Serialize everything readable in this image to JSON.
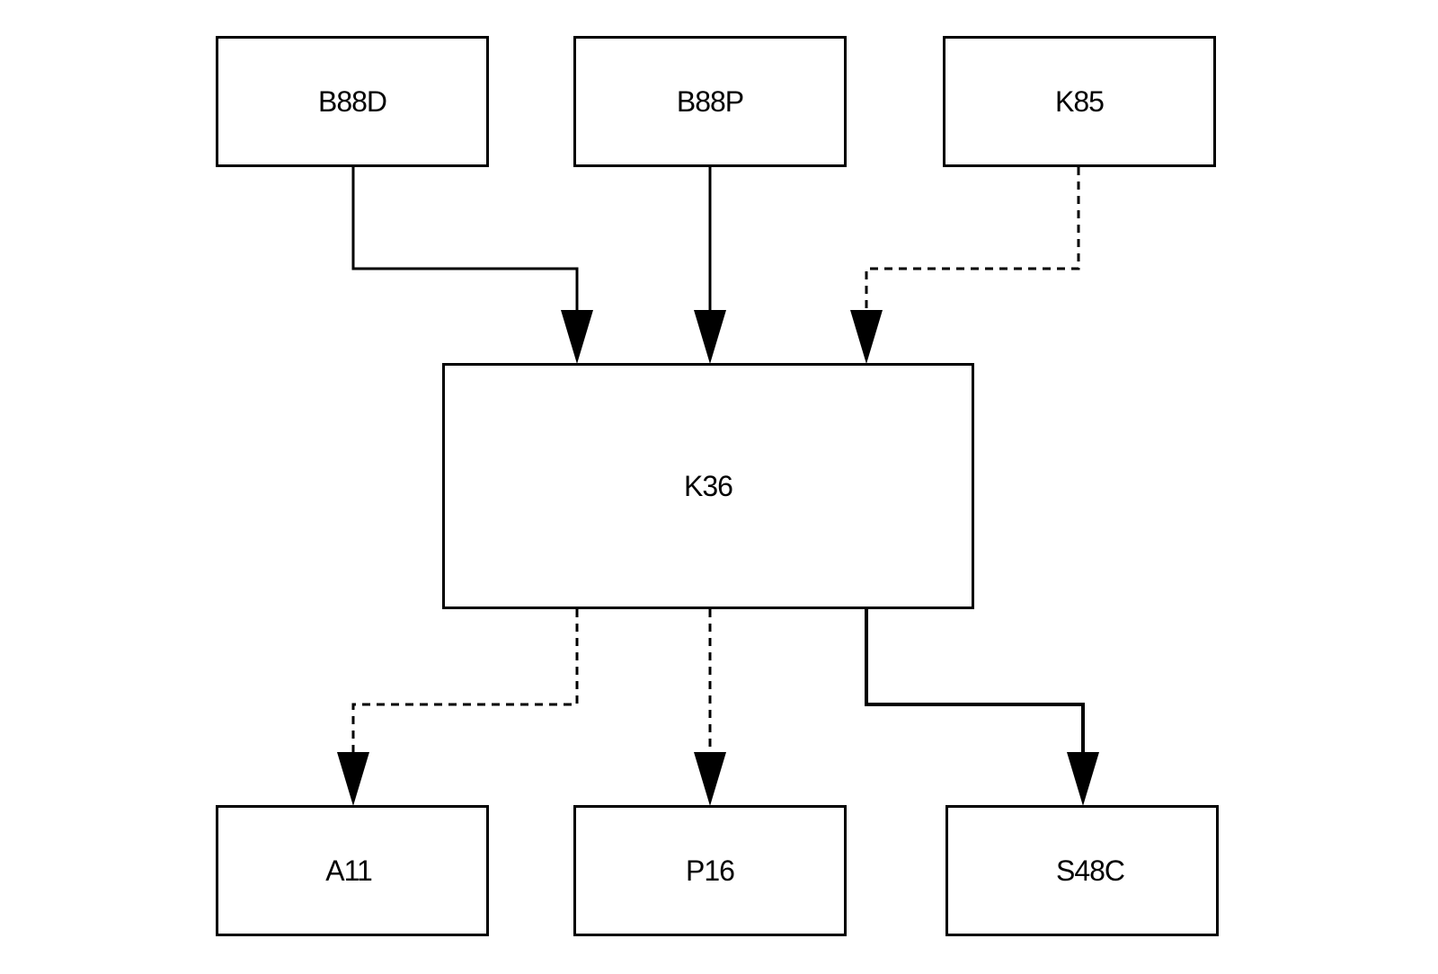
{
  "diagram": {
    "nodes": {
      "b88d": "B88D",
      "b88p": "B88P",
      "k85": "K85",
      "k36": "K36",
      "a11": "A11",
      "p16": "P16",
      "s48c": "S48C"
    },
    "edges": [
      {
        "from": "B88D",
        "to": "K36",
        "style": "solid"
      },
      {
        "from": "B88P",
        "to": "K36",
        "style": "solid"
      },
      {
        "from": "K85",
        "to": "K36",
        "style": "dashed"
      },
      {
        "from": "K36",
        "to": "A11",
        "style": "dashed"
      },
      {
        "from": "K36",
        "to": "P16",
        "style": "dashed"
      },
      {
        "from": "K36",
        "to": "S48C",
        "style": "solid"
      }
    ],
    "colors": {
      "line": "#000000",
      "background": "#ffffff"
    }
  }
}
